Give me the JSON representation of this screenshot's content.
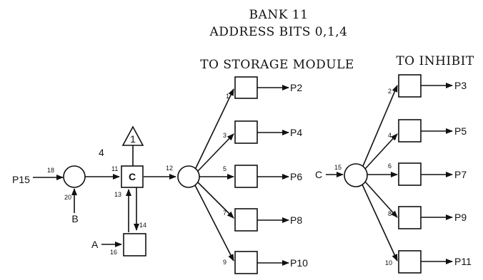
{
  "header": {
    "bank": "BANK 11",
    "address_bits": "ADDRESS BITS 0,1,4",
    "to_storage": "TO STORAGE MODULE",
    "to_inhibit": "TO INHIBIT"
  },
  "left": {
    "input_p15": "P15",
    "pin_18": "18",
    "pin_20": "20",
    "input_b": "B",
    "big_4": "4",
    "pin_11": "11",
    "c_box": "C",
    "triangle": "1",
    "pin_13": "13",
    "pin_14": "14",
    "input_a": "A",
    "pin_16": "16",
    "pin_12": "12"
  },
  "storage_outputs": [
    {
      "pin": "1",
      "out": "P2"
    },
    {
      "pin": "3",
      "out": "P4"
    },
    {
      "pin": "5",
      "out": "P6"
    },
    {
      "pin": "7",
      "out": "P8"
    },
    {
      "pin": "9",
      "out": "P10"
    }
  ],
  "inhibit_input": {
    "label": "C",
    "pin": "15"
  },
  "inhibit_outputs": [
    {
      "pin": "2",
      "out": "P3"
    },
    {
      "pin": "4",
      "out": "P5"
    },
    {
      "pin": "6",
      "out": "P7"
    },
    {
      "pin": "8",
      "out": "P9"
    },
    {
      "pin": "10",
      "out": "P11"
    }
  ]
}
